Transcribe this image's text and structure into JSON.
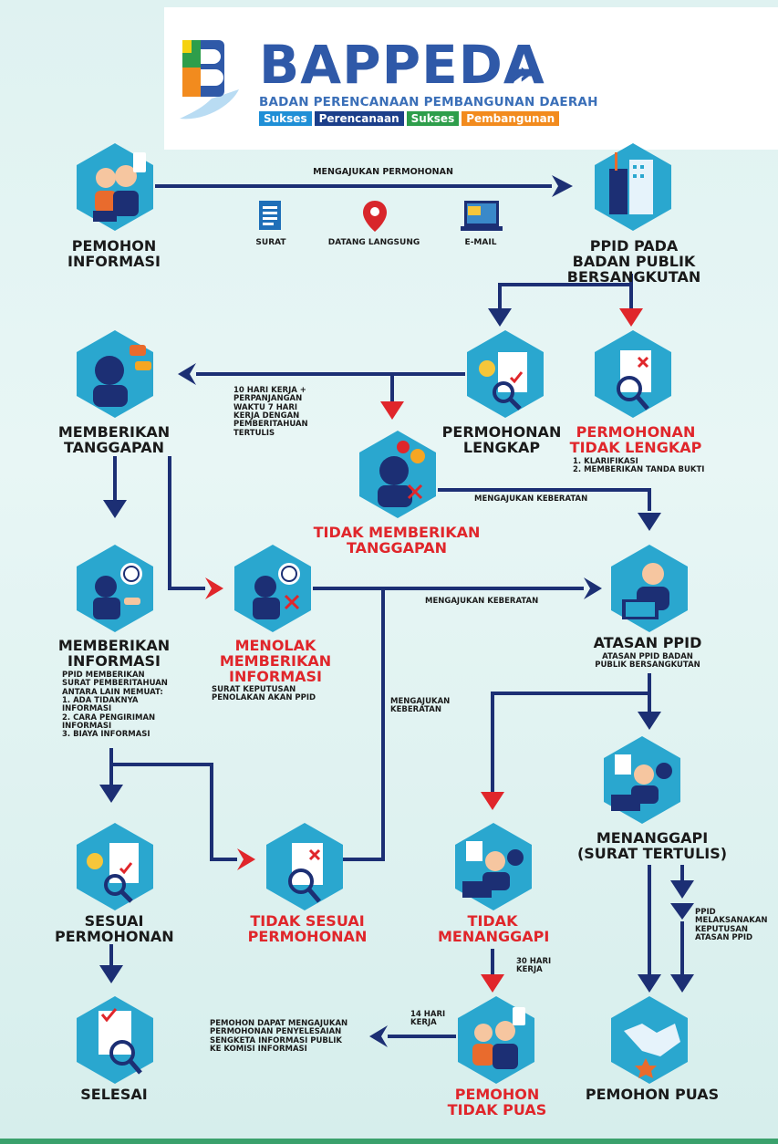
{
  "header": {
    "brand": "BAPPEDA",
    "subtitle": "BADAN PERENCANAAN PEMBANGUNAN DAERAH",
    "tags": [
      {
        "text": "Sukses",
        "color": "#1f8fd6"
      },
      {
        "text": "Perencanaan",
        "color": "#1c3f8a"
      },
      {
        "text": "Sukses",
        "color": "#2e9e4b"
      },
      {
        "text": "Pembangunan",
        "color": "#f28b1e"
      }
    ]
  },
  "nodes": {
    "pemohon_informasi": "PEMOHON\nINFORMASI",
    "ppid_badan_publik": "PPID PADA\nBADAN PUBLIK\nBERSANGKUTAN",
    "memberikan_tanggapan": "MEMBERIKAN\nTANGGAPAN",
    "permohonan_lengkap": "PERMOHONAN\nLENGKAP",
    "permohonan_tidak_lengkap": "PERMOHONAN\nTIDAK LENGKAP",
    "tidak_memberikan_tanggapan": "TIDAK MEMBERIKAN\nTANGGAPAN",
    "memberikan_informasi": "MEMBERIKAN\nINFORMASI",
    "menolak_memberikan_informasi": "MENOLAK\nMEMBERIKAN\nINFORMASI",
    "atasan_ppid": "ATASAN PPID",
    "menanggapi": "MENANGGAPI\n(SURAT TERTULIS)",
    "sesuai_permohonan": "SESUAI\nPERMOHONAN",
    "tidak_sesuai_permohonan": "TIDAK SESUAI\nPERMOHONAN",
    "tidak_menanggapi": "TIDAK\nMENANGGAPI",
    "selesai": "SELESAI",
    "pemohon_tidak_puas": "PEMOHON\nTIDAK PUAS",
    "pemohon_puas": "PEMOHON PUAS"
  },
  "channels": {
    "surat": "SURAT",
    "datang": "DATANG LANGSUNG",
    "email": "E-MAIL"
  },
  "notes": {
    "mengajukan_permohonan": "MENGAJUKAN PERMOHONAN",
    "sepuluh_hari": "10 HARI KERJA +\nPERPANJANGAN\nWAKTU 7 HARI\nKERJA DENGAN\nPEMBERITAHUAN\nTERTULIS",
    "tidak_lengkap_list": "1. KLARIFIKASI\n2. MEMBERIKAN TANDA BUKTI",
    "keberatan_1": "MENGAJUKAN KEBERATAN",
    "keberatan_2": "MENGAJUKAN KEBERATAN",
    "keberatan_3": "MENGAJUKAN\nKEBERATAN",
    "atasan_desc": "ATASAN PPID BADAN\nPUBLIK BERSANGKUTAN",
    "info_desc": "PPID MEMBERIKAN\nSURAT PEMBERITAHUAN\nANTARA LAIN MEMUAT:\n1.  ADA TIDAKNYA\n     INFORMASI\n2.  CARA PENGIRIMAN\n     INFORMASI\n3.  BIAYA INFORMASI",
    "penolakan": "SURAT KEPUTUSAN\nPENOLAKAN AKAN PPID",
    "tiga_puluh": "30 HARI\nKERJA",
    "empat_belas": "14 HARI\nKERJA",
    "sengketa": "PEMOHON DAPAT MENGAJUKAN\nPERMOHONAN PENYELESAIAN\nSENGKETA INFORMASI PUBLIK\nKE KOMISI INFORMASI",
    "ppid_melaksanakan": "PPID\nMELAKSANAKAN\nKEPUTUSAN\nATASAN PPID"
  }
}
